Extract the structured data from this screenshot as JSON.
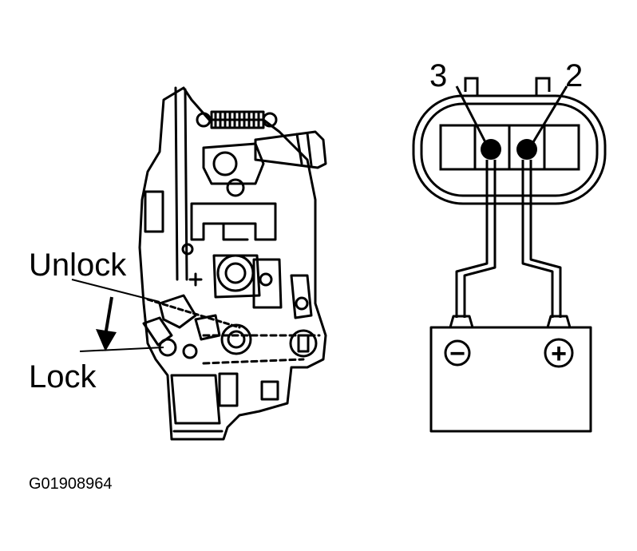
{
  "labels": {
    "unlock": "Unlock",
    "lock": "Lock",
    "terminal_3": "3",
    "terminal_2": "2",
    "negative": "−",
    "positive": "+",
    "figure_code": "G01908964"
  },
  "colors": {
    "ink": "#000000",
    "paper": "#ffffff"
  }
}
